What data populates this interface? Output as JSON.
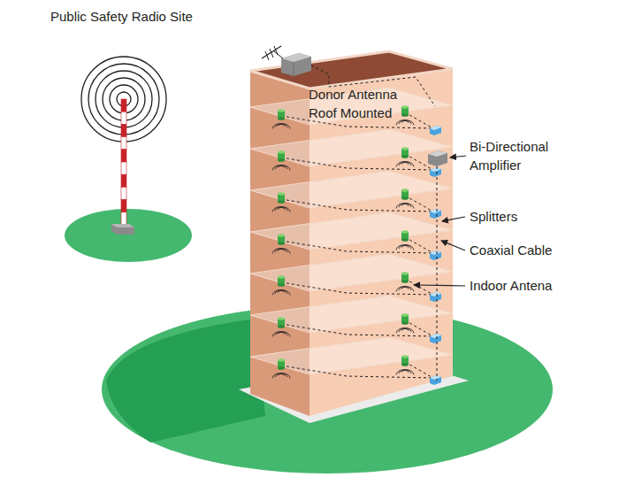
{
  "diagram": {
    "labels": [
      "Public Safety Radio Site",
      "Donor Antenna Roof Mounted",
      "Bi-Directional Amplifier",
      "Splitters",
      "Coaxial Cable",
      "Indoor Antena"
    ]
  }
}
